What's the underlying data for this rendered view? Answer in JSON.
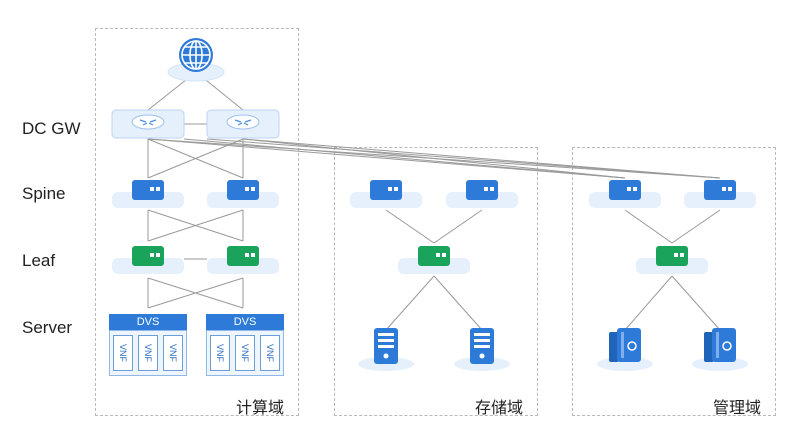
{
  "layers": {
    "dc_gw": "DC GW",
    "spine": "Spine",
    "leaf": "Leaf",
    "server": "Server"
  },
  "domains": {
    "compute": "计算域",
    "storage": "存储域",
    "management": "管理域"
  },
  "server": {
    "dvs_label": "DVS",
    "vnf_label": "VNF"
  },
  "colors": {
    "blue": "#2d7ad9",
    "green": "#1aa35a",
    "pad": "#e6f0fc",
    "line": "#9a9a9a",
    "dashed": "#b9b9b9"
  },
  "icons": {
    "internet": "globe-icon",
    "gateway": "router-icon",
    "spine": "switch-icon",
    "leaf": "switch-icon",
    "storage": "storage-server-icon",
    "management": "management-server-icon"
  }
}
